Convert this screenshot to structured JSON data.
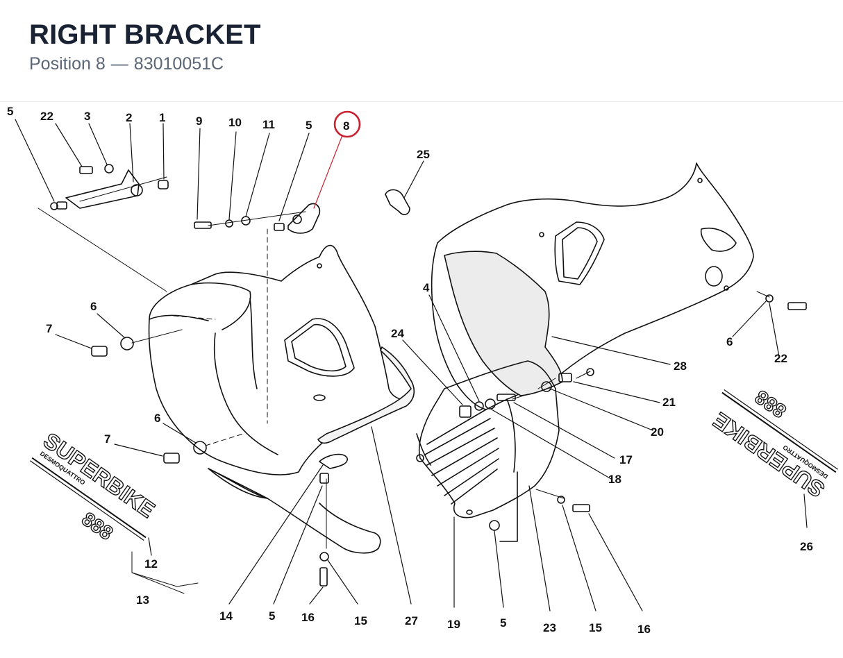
{
  "header": {
    "title": "RIGHT BRACKET",
    "position_label": "Position 8",
    "separator": "—",
    "part_number": "83010051C"
  },
  "callouts": [
    {
      "id": "c5a",
      "label": "5"
    },
    {
      "id": "c22a",
      "label": "22"
    },
    {
      "id": "c3",
      "label": "3"
    },
    {
      "id": "c2",
      "label": "2"
    },
    {
      "id": "c1",
      "label": "1"
    },
    {
      "id": "c9",
      "label": "9"
    },
    {
      "id": "c10",
      "label": "10"
    },
    {
      "id": "c11",
      "label": "11"
    },
    {
      "id": "c5b",
      "label": "5"
    },
    {
      "id": "c8",
      "label": "8",
      "highlighted": true
    },
    {
      "id": "c25",
      "label": "25"
    },
    {
      "id": "c6a",
      "label": "6"
    },
    {
      "id": "c7a",
      "label": "7"
    },
    {
      "id": "c4",
      "label": "4"
    },
    {
      "id": "c24",
      "label": "24"
    },
    {
      "id": "c6b",
      "label": "6"
    },
    {
      "id": "c22b",
      "label": "22"
    },
    {
      "id": "c28",
      "label": "28"
    },
    {
      "id": "c21",
      "label": "21"
    },
    {
      "id": "c20",
      "label": "20"
    },
    {
      "id": "c17",
      "label": "17"
    },
    {
      "id": "c18",
      "label": "18"
    },
    {
      "id": "c6c",
      "label": "6"
    },
    {
      "id": "c7b",
      "label": "7"
    },
    {
      "id": "c12",
      "label": "12"
    },
    {
      "id": "c13",
      "label": "13"
    },
    {
      "id": "c14",
      "label": "14"
    },
    {
      "id": "c5c",
      "label": "5"
    },
    {
      "id": "c16a",
      "label": "16"
    },
    {
      "id": "c15a",
      "label": "15"
    },
    {
      "id": "c27",
      "label": "27"
    },
    {
      "id": "c19",
      "label": "19"
    },
    {
      "id": "c5d",
      "label": "5"
    },
    {
      "id": "c23",
      "label": "23"
    },
    {
      "id": "c15b",
      "label": "15"
    },
    {
      "id": "c16b",
      "label": "16"
    },
    {
      "id": "c26",
      "label": "26"
    }
  ],
  "decals": {
    "left_main": "SUPERBIKE",
    "left_small": "DESMOQUATTRO",
    "left_number": "888",
    "right_main": "SUPERBIKE",
    "right_small": "DESMOQUATTRO",
    "right_number": "888"
  },
  "colors": {
    "highlight": "#c8202f",
    "ink": "#111111"
  }
}
